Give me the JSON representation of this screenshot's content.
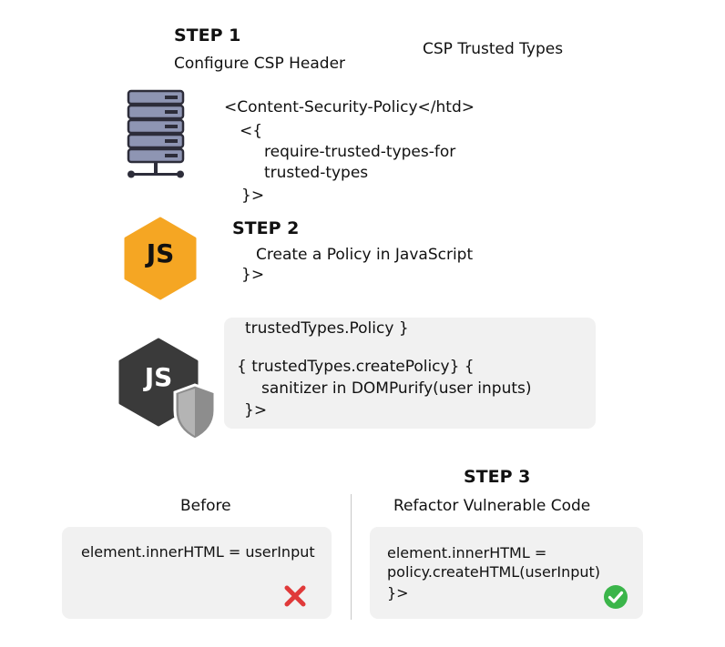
{
  "step1": {
    "label": "STEP 1",
    "title": "Configure CSP Header",
    "side_title": "CSP Trusted Types",
    "code": [
      "<Content-Security-Policy</htd>",
      "<{",
      "require-trusted-types-for",
      "trusted-types",
      "}>"
    ]
  },
  "step2": {
    "label": "STEP 2",
    "title": "Create a Policy in JavaScript",
    "close": "}>",
    "js_logo_text": "JS",
    "panel_code": [
      "trustedTypes.Policy  }",
      "{ trustedTypes.createPolicy} {",
      "sanitizer in DOMPurify(user inputs)",
      "}>"
    ],
    "shield_logo_text": "JS"
  },
  "step3": {
    "label": "STEP 3",
    "title": "Refactor Vulnerable Code",
    "before_title": "Before",
    "before_code": "element.innerHTML = userInput",
    "after_code": [
      "element.innerHTML =",
      "policy.createHTML(userInput)",
      "}>"
    ]
  },
  "colors": {
    "server": "#8e95b3",
    "js_yellow": "#f5a623",
    "js_dark": "#3a3a3a",
    "shield": "#8d8d8d",
    "error": "#e03a3a",
    "success": "#3bb54a",
    "panel": "#f1f1f1"
  },
  "icons": [
    "server-icon",
    "js-logo-icon",
    "shield-js-icon",
    "error-x-icon",
    "success-check-icon"
  ]
}
